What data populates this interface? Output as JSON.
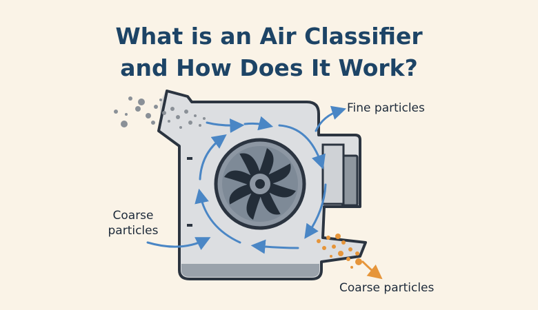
{
  "title": {
    "line1": "What is an Air Classifier",
    "line2": "and How Does It Work?"
  },
  "labels": {
    "fine_particles": "Fine particles",
    "coarse_particles_left_line1": "Coarse",
    "coarse_particles_left_line2": "particles",
    "coarse_particles_bottom": "Coarse particles"
  },
  "colors": {
    "background": "#faf3e7",
    "title": "#1d4466",
    "housing_fill": "#dcdee1",
    "housing_stroke": "#2b3440",
    "fan_fill": "#7e8a97",
    "airflow_arrow": "#4a86c5",
    "fine_particle_dots": "#8a9097",
    "coarse_particle_dots": "#e6953a"
  },
  "icons": {
    "fan": "fan-rotor-icon",
    "airflow": "airflow-arrow-icon"
  }
}
